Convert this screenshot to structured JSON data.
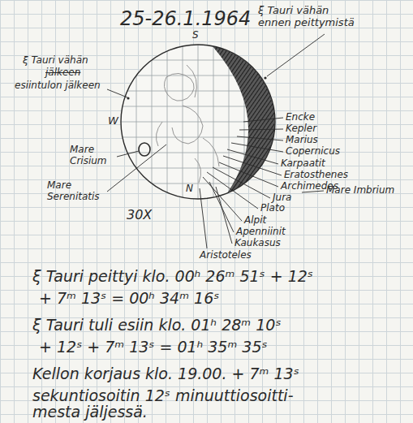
{
  "diagram": {
    "title": "25-26.1.1964",
    "labels": [
      "S",
      "ξ Tauri vähän ennen peittymistä",
      "ξ Tauri vähän",
      "jälkeen",
      "esiintulon jälkeen",
      "W",
      "Mare Crisium",
      "Mare Serenitatis",
      "30X",
      "N",
      "Encke",
      "Kepler",
      "Marius",
      "Copernicus",
      "Karpaatit",
      "Eratosthenes",
      "Archimedes",
      "Jura",
      "Mare Imbrium",
      "Plato",
      "Alpit",
      "Apenniinit",
      "Kaukasus",
      "Aristoteles",
      "ξ Tauri peittyi klo. 00ʰ 26ᵐ 51ˢ + 12ˢ",
      "+ 7ᵐ 13ˢ = 00ʰ 34ᵐ 16ˢ",
      "ξ Tauri tuli esiin klo. 01ʰ 28ᵐ 10ˢ",
      "+ 12ˢ + 7ᵐ 13ˢ = 01ʰ 35ᵐ 35ˢ",
      "Kellon korjaus klo. 19.00. + 7ᵐ 13ˢ",
      "sekuntiosoitin 12ˢ minuuttiosoitti-",
      "mesta jäljessä."
    ]
  }
}
